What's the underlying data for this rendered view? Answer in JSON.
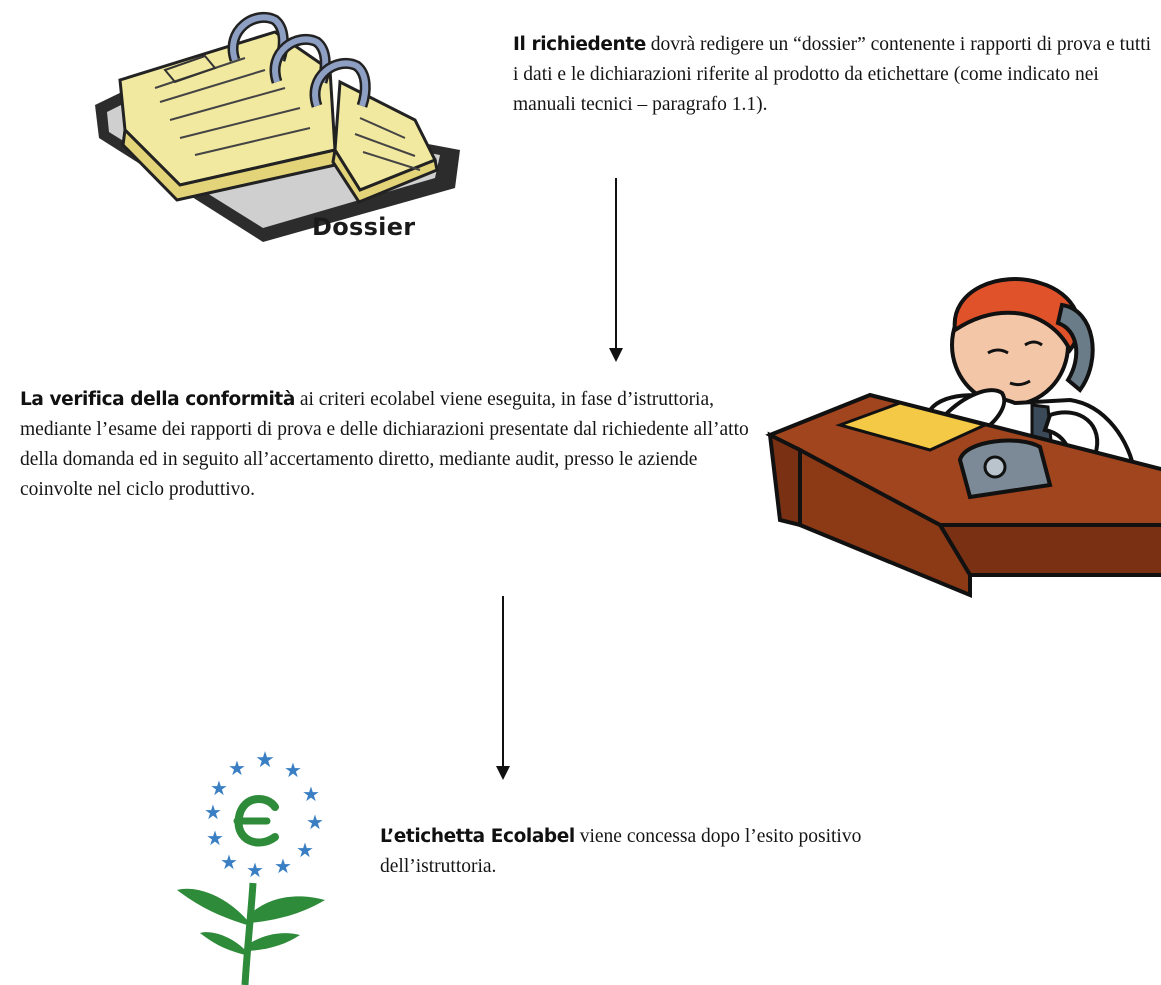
{
  "dossier": {
    "label": "Dossier",
    "icon": "binder-icon",
    "paper_color": "#f2e9a0",
    "ring_color": "#8e9fc4"
  },
  "step1": {
    "lead": "Il richiedente",
    "text": " dovrà redigere un “dossier” contenente i rapporti di prova e tutti i dati e le dichiarazioni riferite al prodotto da etichettare (come indicato nei manuali tecnici – paragrafo 1.1)."
  },
  "step2": {
    "lead": "La verifica della conformità",
    "text": " ai criteri ecolabel viene eseguita, in fase d’istruttoria, mediante l’esame dei rapporti di prova e delle dichiarazioni presentate dal richiedente all’atto della domanda ed in seguito all’accertamento diretto, mediante audit, presso le aziende coinvolte nel ciclo produttivo."
  },
  "step3": {
    "lead": "L’etichetta Ecolabel",
    "text": " viene concessa dopo l’esito positivo dell’istruttoria."
  },
  "illustrations": {
    "officer_icon": "office-worker-on-phone-icon",
    "ecolabel_icon": "eu-ecolabel-flower-icon",
    "desk_color": "#a0451e",
    "hair_color": "#e0522a",
    "star_color": "#3a7fc4",
    "leaf_color": "#2e8b3a"
  }
}
